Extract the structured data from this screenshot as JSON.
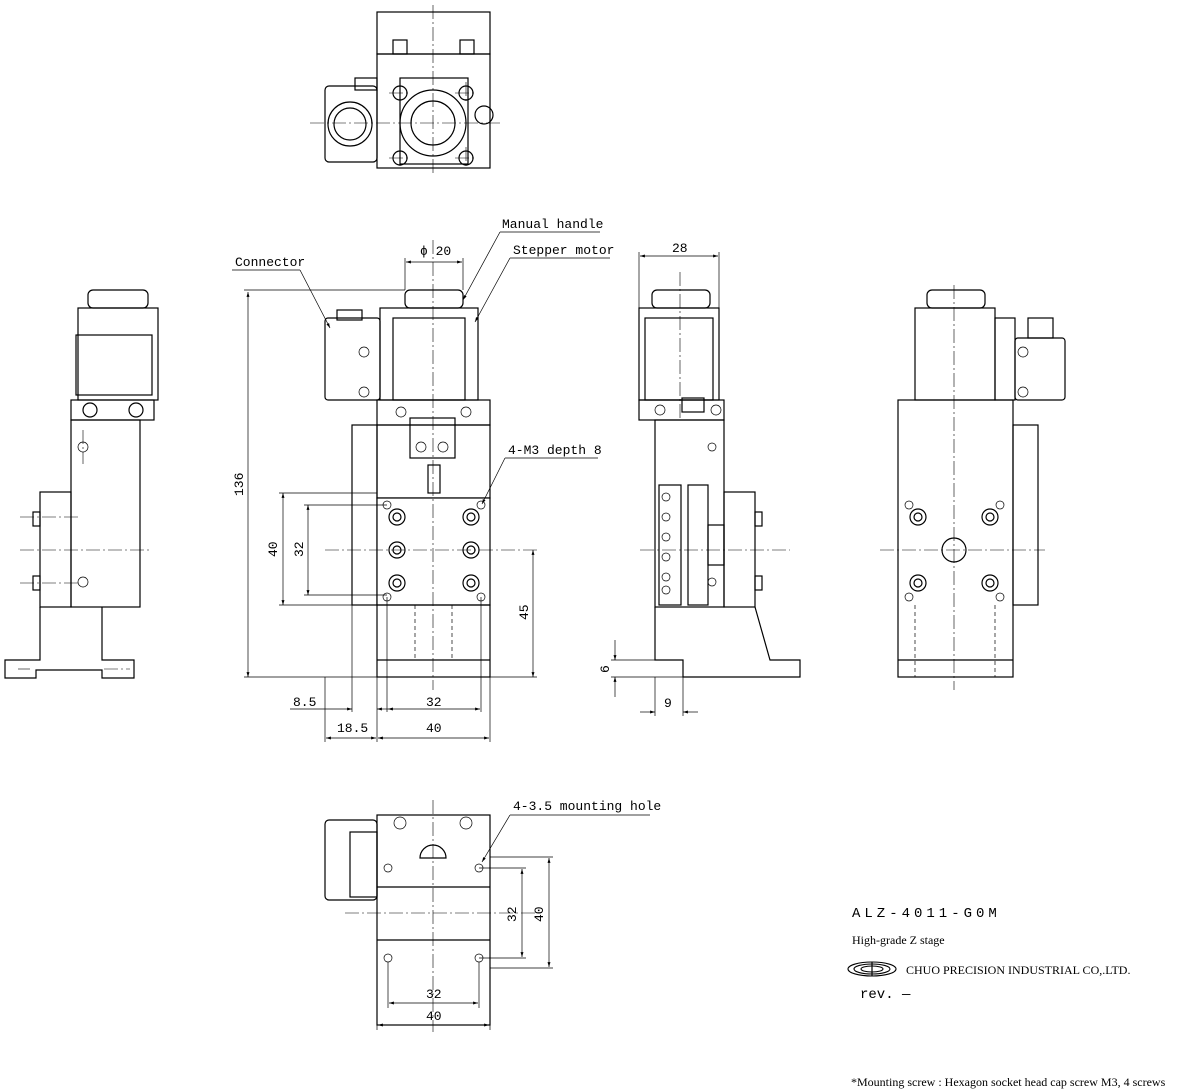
{
  "drawing": {
    "model": "ALZ-4011-G0M",
    "description": "High-grade Z stage",
    "company": "CHUO PRECISION INDUSTRIAL CO,.LTD.",
    "revision": "rev. ―",
    "note": "*Mounting screw : Hexagon socket head cap screw M3, 4 screws"
  },
  "callouts": {
    "manual_handle": "Manual handle",
    "stepper_motor": "Stepper motor",
    "connector": "Connector",
    "tapped_holes": "4-M3 depth 8",
    "mounting_holes": "4-3.5 mounting hole"
  },
  "dimensions": {
    "phi20": "ϕ 20",
    "d28": "28",
    "d136": "136",
    "d40_left": "40",
    "d32_left": "32",
    "d45": "45",
    "d8_5": "8.5",
    "d18_5": "18.5",
    "d32_bottom": "32",
    "d40_bottom": "40",
    "d6": "6",
    "d9": "9",
    "bot_32_vert": "32",
    "bot_40_vert": "40",
    "bot_32_horiz": "32",
    "bot_40_horiz": "40"
  },
  "colors": {
    "line": "#000000",
    "background": "#ffffff"
  }
}
